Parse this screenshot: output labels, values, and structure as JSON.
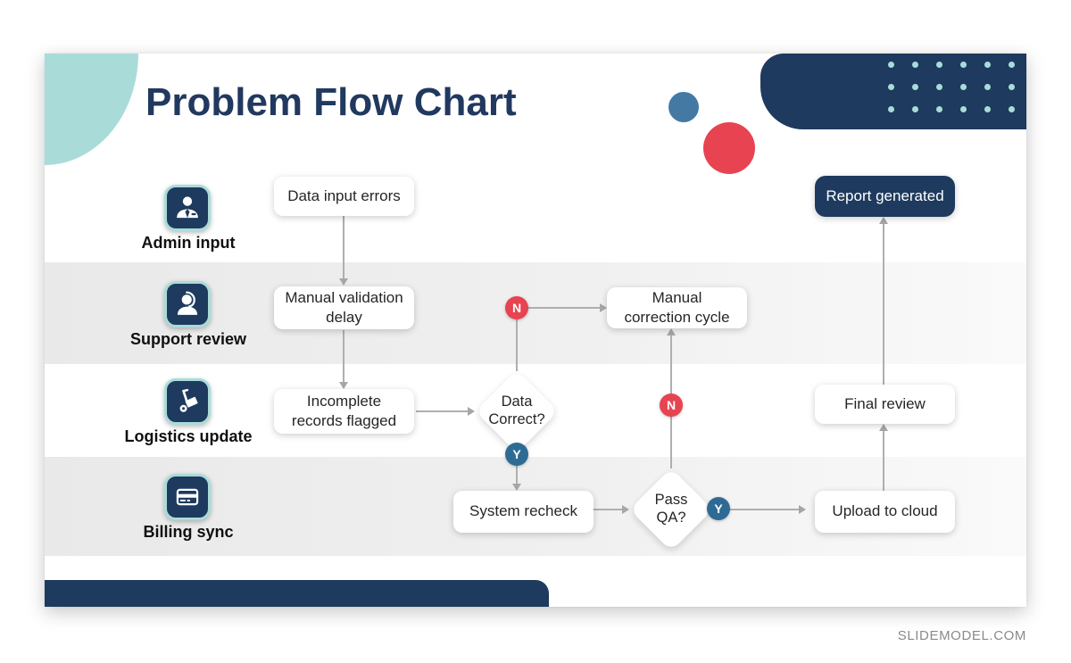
{
  "page": {
    "watermark": "SLIDEMODEL.COM"
  },
  "slide": {
    "title": "Problem Flow Chart",
    "lanes": [
      {
        "label": "Admin input",
        "icon": "admin-user-icon"
      },
      {
        "label": "Support review",
        "icon": "support-headset-icon"
      },
      {
        "label": "Logistics update",
        "icon": "hand-truck-icon"
      },
      {
        "label": "Billing sync",
        "icon": "credit-card-icon"
      }
    ],
    "nodes": {
      "data_input_errors": "Data input errors",
      "manual_validation_delay": "Manual validation\ndelay",
      "incomplete_records_flagged": "Incomplete\nrecords flagged",
      "data_correct": "Data\nCorrect?",
      "manual_correction_cycle": "Manual\ncorrection cycle",
      "system_recheck": "System recheck",
      "pass_qa": "Pass\nQA?",
      "upload_to_cloud": "Upload to cloud",
      "final_review": "Final review",
      "report_generated": "Report generated"
    },
    "badges": {
      "yes": "Y",
      "no": "N"
    },
    "colors": {
      "navy": "#1E3A5E",
      "teal": "#A9DCD9",
      "red": "#E84350",
      "steel_blue": "#2E6B94",
      "deco_blue": "#4479A3",
      "arrow": "#A6A6A6"
    }
  }
}
